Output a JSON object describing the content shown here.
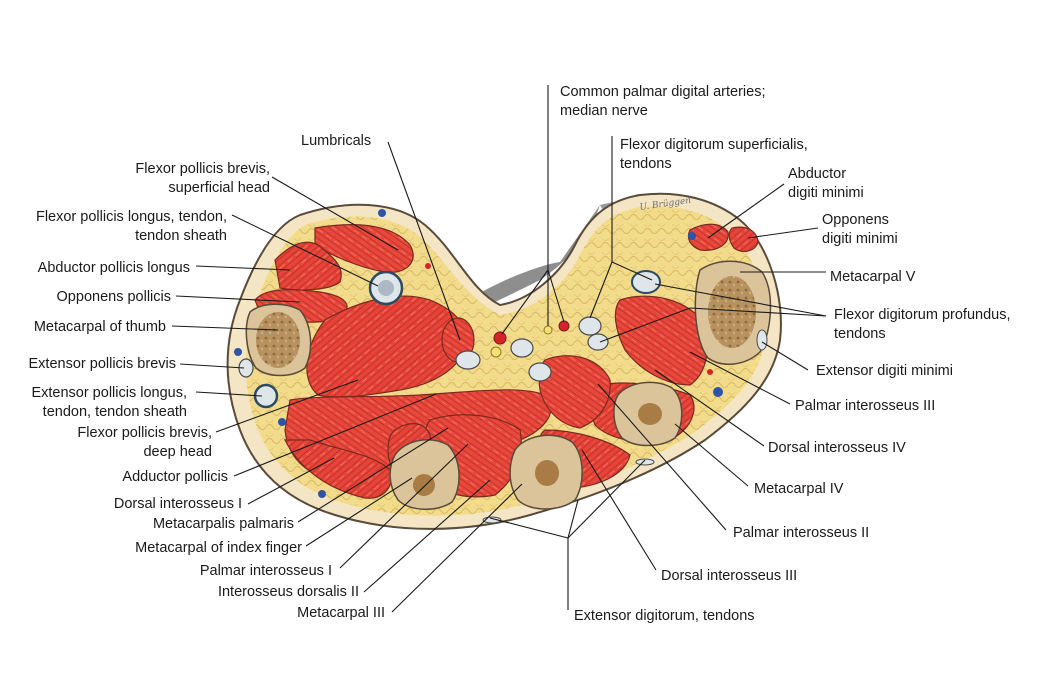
{
  "figure": {
    "signature": "U. Brüggen",
    "colors": {
      "muscle": "#e8473b",
      "muscle_dark": "#b8261f",
      "fat": "#f2dc8c",
      "bone": "#c9a36b",
      "skin": "#f4e6c4",
      "tendon": "#dfe6ea",
      "outline": "#5a4a3a"
    }
  },
  "labels": {
    "common_palmar": [
      "Common palmar digital arteries;",
      "median nerve"
    ],
    "lumbricals": [
      "Lumbricals"
    ],
    "fds": [
      "Flexor digitorum superficialis,",
      "tendons"
    ],
    "abd_dig_min": [
      "Abductor",
      "digiti minimi"
    ],
    "opp_dig_min": [
      "Opponens",
      "digiti minimi"
    ],
    "metacarpal_v": [
      "Metacarpal V"
    ],
    "fdp": [
      "Flexor digitorum profundus,",
      "tendons"
    ],
    "ext_dig_min": [
      "Extensor digiti minimi"
    ],
    "palmar_int_iii": [
      "Palmar interosseus III"
    ],
    "dorsal_int_iv": [
      "Dorsal interosseus IV"
    ],
    "metacarpal_iv": [
      "Metacarpal IV"
    ],
    "palmar_int_ii": [
      "Palmar interosseus II"
    ],
    "dorsal_int_iii": [
      "Dorsal interosseus III"
    ],
    "ext_digitorum": [
      "Extensor digitorum, tendons"
    ],
    "fpb_sup": [
      "Flexor pollicis brevis,",
      "superficial head"
    ],
    "fpl": [
      "Flexor pollicis longus, tendon,",
      "tendon sheath"
    ],
    "apl": [
      "Abductor pollicis longus"
    ],
    "opp_pollicis": [
      "Opponens pollicis"
    ],
    "mc_thumb": [
      "Metacarpal of thumb"
    ],
    "epb": [
      "Extensor pollicis brevis"
    ],
    "epl": [
      "Extensor pollicis longus,",
      "tendon, tendon sheath"
    ],
    "fpb_deep": [
      "Flexor pollicis brevis,",
      "deep head"
    ],
    "add_poll": [
      "Adductor pollicis"
    ],
    "dorsal_int_i": [
      "Dorsal interosseus I"
    ],
    "mc_palmaris": [
      "Metacarpalis palmaris"
    ],
    "mc_index": [
      "Metacarpal of index finger"
    ],
    "palmar_int_i": [
      "Palmar interosseus I"
    ],
    "int_dors_ii": [
      "Interosseus dorsalis II"
    ],
    "metacarpal_iii": [
      "Metacarpal III"
    ]
  }
}
